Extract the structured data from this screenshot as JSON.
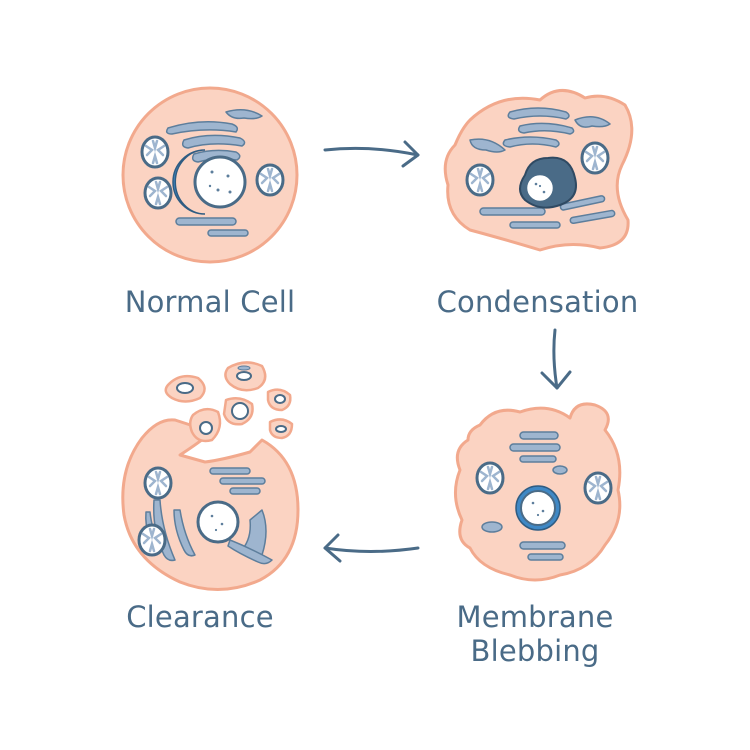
{
  "stages": {
    "normal": {
      "label": "Normal Cell"
    },
    "condensation": {
      "label": "Condensation"
    },
    "blebbing": {
      "line1": "Membrane",
      "line2": "Blebbing"
    },
    "clearance": {
      "label": "Clearance"
    }
  },
  "colors": {
    "cell_fill": "#fbd3c2",
    "cell_stroke": "#f2a98d",
    "organelle_fill": "#9eb5cf",
    "organelle_stroke": "#5d7e9c",
    "nucleus_dark": "#4a6b87",
    "nucleus_ring": "#3f88c5",
    "arrow": "#4a6b87",
    "text": "#4a6b87"
  }
}
